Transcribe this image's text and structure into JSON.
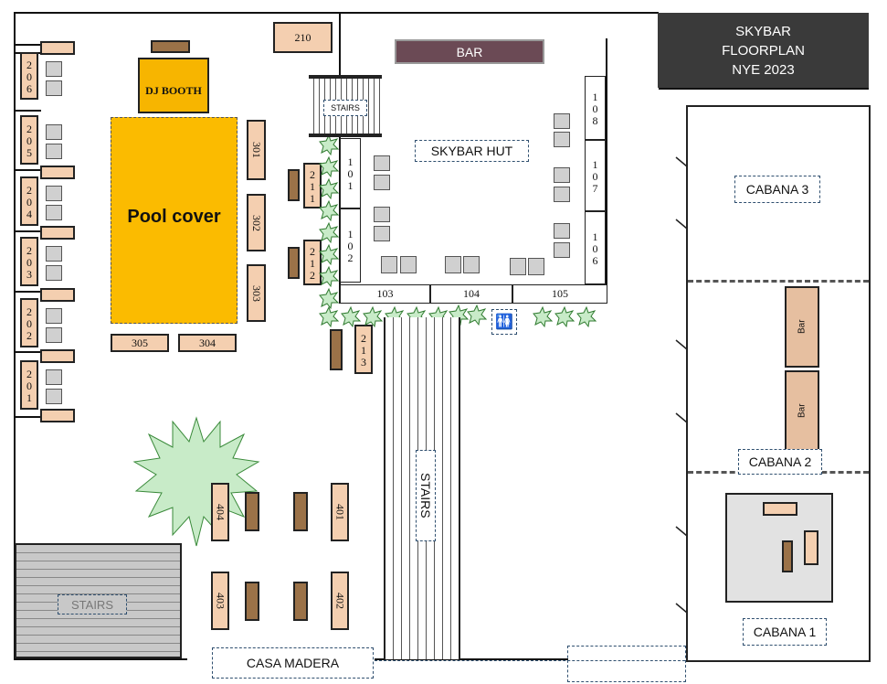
{
  "title_box": {
    "line1": "SKYBAR",
    "line2": "FLOORPLAN",
    "line3": "NYE 2023"
  },
  "labels": {
    "bar": "BAR",
    "dj_booth": "DJ BOOTH",
    "pool_cover": "Pool cover",
    "skybar_hut": "SKYBAR HUT",
    "stairs_small": "STAIRS",
    "stairs_main": "STAIRS",
    "stairs_bottom": "STAIRS",
    "casa_madera": "CASA MADERA",
    "cabana_1": "CABANA 1",
    "cabana_2": "CABANA 2",
    "cabana_3": "CABANA 3",
    "cabana_bar_1": "Bar",
    "cabana_bar_2": "Bar",
    "restroom_icon": "🚻"
  },
  "tables": {
    "t101": "101",
    "t102": "102",
    "t103": "103",
    "t104": "104",
    "t105": "105",
    "t106": "106",
    "t107": "107",
    "t108": "108",
    "t201": "201",
    "t202": "202",
    "t203": "203",
    "t204": "204",
    "t205": "205",
    "t206": "206",
    "t210": "210",
    "t211": "211",
    "t212": "212",
    "t213": "213",
    "t301": "301",
    "t302": "302",
    "t303": "303",
    "t304": "304",
    "t305": "305",
    "t401": "401",
    "t402": "402",
    "t403": "403",
    "t404": "404"
  },
  "colors": {
    "title_bg": "#3a3a3a",
    "pool": "#fbbb00",
    "dj_booth": "#f7b500",
    "bar": "#6b4a55",
    "table_tan": "#f4cfb0",
    "table_brown": "#9b7248",
    "plant": "#c8ebc8",
    "stairs_grey": "#c8c8c8"
  }
}
